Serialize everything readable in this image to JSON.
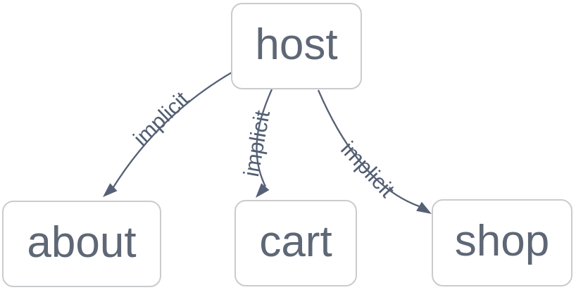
{
  "diagram": {
    "type": "graph",
    "background": "#ffffff",
    "colors": {
      "node_fill": "#ffffff",
      "node_border": "#c9cbcd",
      "node_text": "#5e6775",
      "edge": "#566076",
      "edge_label_text": "#525e72"
    },
    "nodes": [
      {
        "id": "host",
        "label": "host"
      },
      {
        "id": "about",
        "label": "about"
      },
      {
        "id": "cart",
        "label": "cart"
      },
      {
        "id": "shop",
        "label": "shop"
      }
    ],
    "edges": [
      {
        "from": "host",
        "to": "about",
        "label": "implicit"
      },
      {
        "from": "host",
        "to": "cart",
        "label": "implicit"
      },
      {
        "from": "host",
        "to": "shop",
        "label": "implicit"
      }
    ]
  }
}
